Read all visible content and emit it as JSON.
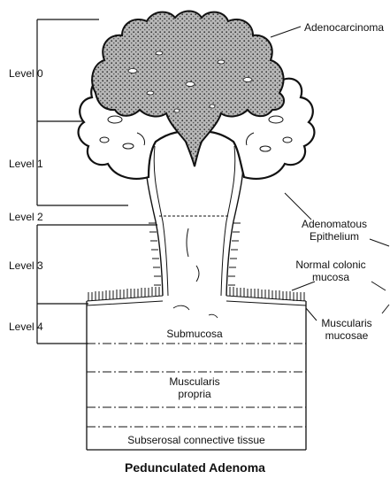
{
  "levels": [
    "Level 0",
    "Level 1",
    "Level 2",
    "Level 3",
    "Level 4"
  ],
  "labels": {
    "adenocarcinoma": "Adenocarcinoma",
    "adenomatous_1": "Adenomatous",
    "adenomatous_2": "Epithelium",
    "normal_1": "Normal colonic",
    "normal_2": "mucosa",
    "muscularis_mucosae_1": "Muscularis",
    "muscularis_mucosae_2": "mucosae",
    "submucosa": "Submucosa",
    "muscularis_propria_1": "Muscularis",
    "muscularis_propria_2": "propria",
    "subserosal": "Subserosal connective tissue"
  },
  "title": "Pedunculated Adenoma"
}
